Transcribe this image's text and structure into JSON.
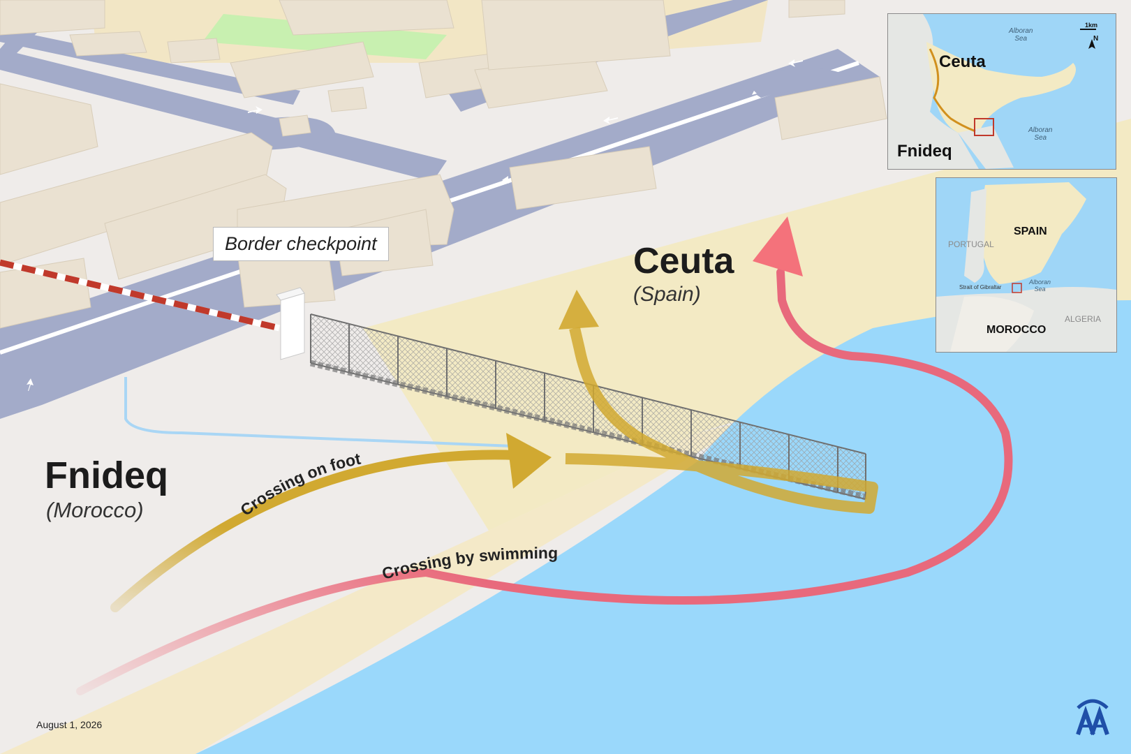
{
  "main_map": {
    "fnideq": {
      "name": "Fnideq",
      "country": "(Morocco)"
    },
    "ceuta": {
      "name": "Ceuta",
      "country": "(Spain)"
    },
    "checkpoint_label": "Border checkpoint",
    "routes": {
      "foot_label": "Crossing on foot",
      "swim_label": "Crossing by swimming"
    }
  },
  "inset_ceuta": {
    "city": "Ceuta",
    "town": "Fnideq",
    "sea_top": "Alboran\nSea",
    "sea_bottom": "Alboran\nSea",
    "scale_label": "1km",
    "north_label": "N"
  },
  "inset_iberia": {
    "spain": "SPAIN",
    "portugal": "PORTUGAL",
    "morocco": "MOROCCO",
    "algeria": "ALGERIA",
    "strait": "Strait of Gibraltar",
    "sea": "Alboran\nSea"
  },
  "date": "August 1, 2026",
  "colors": {
    "sea": "#9ad8fb",
    "sand": "#f3eac4",
    "land": "#efecea",
    "road": "#a3abc9",
    "building": "#eae1d1",
    "foot_route": "#d1a931",
    "swim_route": "#f06b7a",
    "border_line": "#c0392b"
  },
  "logo": "anadolu-agency-logo"
}
